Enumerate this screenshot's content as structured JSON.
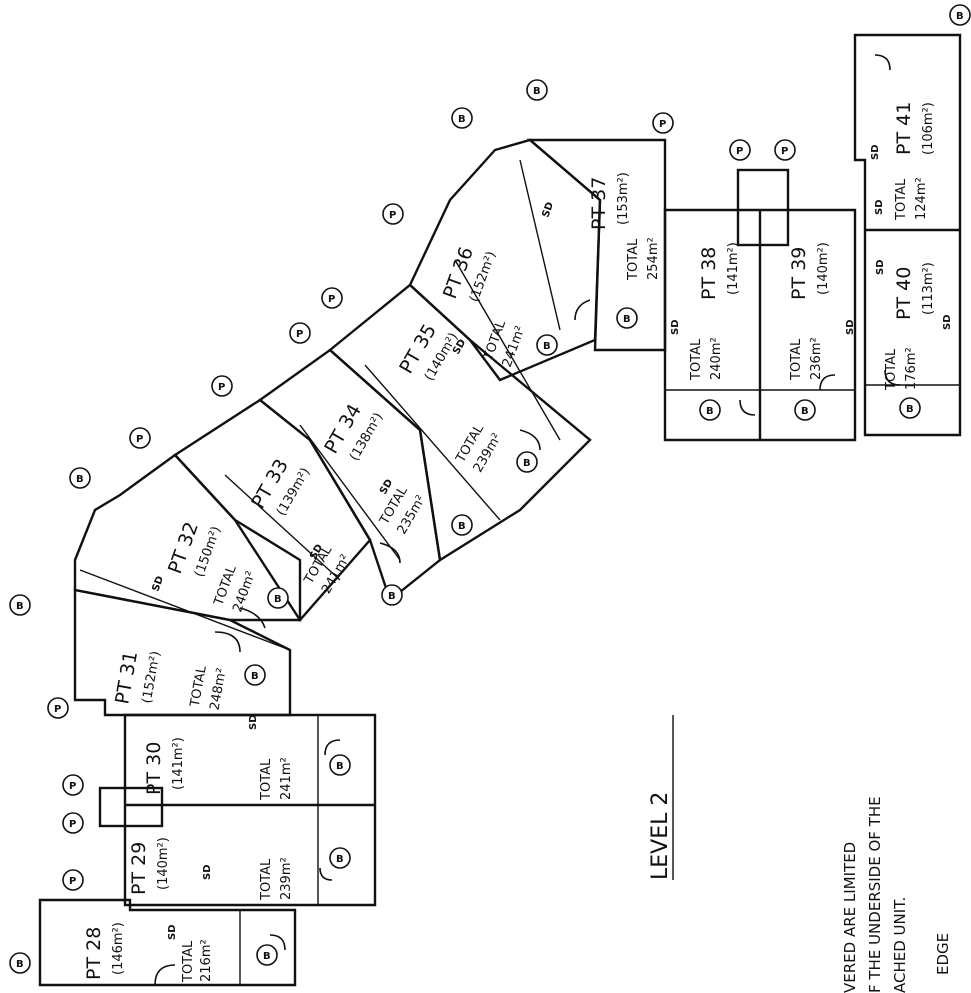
{
  "units": [
    {
      "id": "28",
      "name": "PT 28",
      "area": "(146m²)",
      "total_label": "TOTAL",
      "total": "216m²"
    },
    {
      "id": "29",
      "name": "PT 29",
      "area": "(140m²)",
      "total_label": "TOTAL",
      "total": "239m²"
    },
    {
      "id": "30",
      "name": "PT 30",
      "area": "(141m²)",
      "total_label": "TOTAL",
      "total": "241m²"
    },
    {
      "id": "31",
      "name": "PT 31",
      "area": "(152m²)",
      "total_label": "TOTAL",
      "total": "248m²"
    },
    {
      "id": "32",
      "name": "PT 32",
      "area": "(150m²)",
      "total_label": "TOTAL",
      "total": "240m²"
    },
    {
      "id": "33",
      "name": "PT 33",
      "area": "(139m²)",
      "total_label": "TOTAL",
      "total": "241m²"
    },
    {
      "id": "34",
      "name": "PT 34",
      "area": "(138m²)",
      "total_label": "TOTAL",
      "total": "235m²"
    },
    {
      "id": "35",
      "name": "PT 35",
      "area": "(140m²)",
      "total_label": "TOTAL",
      "total": "239m²"
    },
    {
      "id": "36",
      "name": "PT 36",
      "area": "(152m²)",
      "total_label": "TOTAL",
      "total": "241m²"
    },
    {
      "id": "37",
      "name": "PT 37",
      "area": "(153m²)",
      "total_label": "TOTAL",
      "total": "254m²"
    },
    {
      "id": "38",
      "name": "PT 38",
      "area": "(141m²)",
      "total_label": "TOTAL",
      "total": "240m²"
    },
    {
      "id": "39",
      "name": "PT 39",
      "area": "(140m²)",
      "total_label": "TOTAL",
      "total": "236m²"
    },
    {
      "id": "40",
      "name": "PT 40",
      "area": "(113m²)",
      "total_label": "TOTAL",
      "total": "176m²"
    },
    {
      "id": "41",
      "name": "PT 41",
      "area": "(106m²)",
      "total_label": "TOTAL",
      "total": "124m²"
    }
  ],
  "symbols": {
    "balcony": "B",
    "parking": "P",
    "smoke_detector": "SD"
  },
  "level_title": "LEVEL 2",
  "notes": {
    "line1": "VERED ARE LIMITED",
    "line2": "F THE UNDERSIDE OF THE",
    "line3": "ACHED UNIT.",
    "line4": "EDGE"
  }
}
